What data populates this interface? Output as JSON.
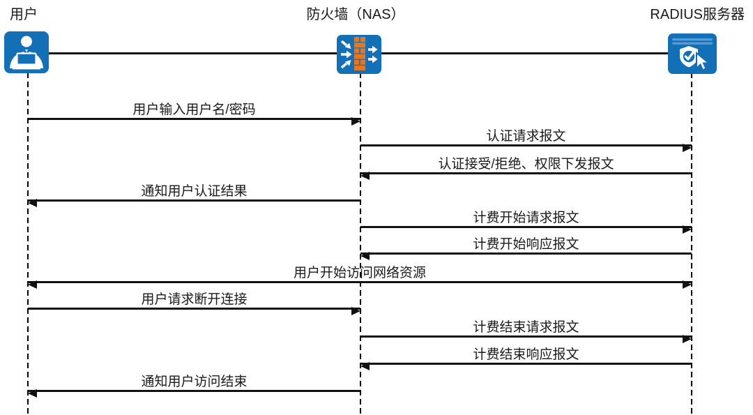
{
  "diagram": {
    "type": "sequence-diagram",
    "topic": "RADIUS authentication, authorization and accounting message flow",
    "actors": [
      {
        "id": "user",
        "label": "用户",
        "icon": "user-terminal-icon"
      },
      {
        "id": "nas",
        "label": "防火墙（NAS）",
        "icon": "firewall-icon"
      },
      {
        "id": "radius",
        "label": "RADIUS服务器",
        "icon": "radius-server-icon"
      }
    ],
    "messages": [
      {
        "from": "user",
        "to": "nas",
        "direction": "right",
        "label": "用户输入用户名/密码"
      },
      {
        "from": "nas",
        "to": "radius",
        "direction": "right",
        "label": "认证请求报文"
      },
      {
        "from": "radius",
        "to": "nas",
        "direction": "left",
        "label": "认证接受/拒绝、权限下发报文"
      },
      {
        "from": "nas",
        "to": "user",
        "direction": "left",
        "label": "通知用户认证结果"
      },
      {
        "from": "nas",
        "to": "radius",
        "direction": "right",
        "label": "计费开始请求报文"
      },
      {
        "from": "radius",
        "to": "nas",
        "direction": "left",
        "label": "计费开始响应报文"
      },
      {
        "from": "user",
        "to": "radius",
        "direction": "both",
        "label": "用户开始访问网络资源"
      },
      {
        "from": "user",
        "to": "nas",
        "direction": "right",
        "label": "用户请求断开连接"
      },
      {
        "from": "nas",
        "to": "radius",
        "direction": "right",
        "label": "计费结束请求报文"
      },
      {
        "from": "radius",
        "to": "nas",
        "direction": "left",
        "label": "计费结束响应报文"
      },
      {
        "from": "nas",
        "to": "user",
        "direction": "left",
        "label": "通知用户访问结束"
      }
    ],
    "colors": {
      "icon_blue": "#1470B6",
      "icon_stripe_blue": "#5B9BD5",
      "brick_orange": "#E8761E",
      "line_black": "#111111"
    }
  }
}
